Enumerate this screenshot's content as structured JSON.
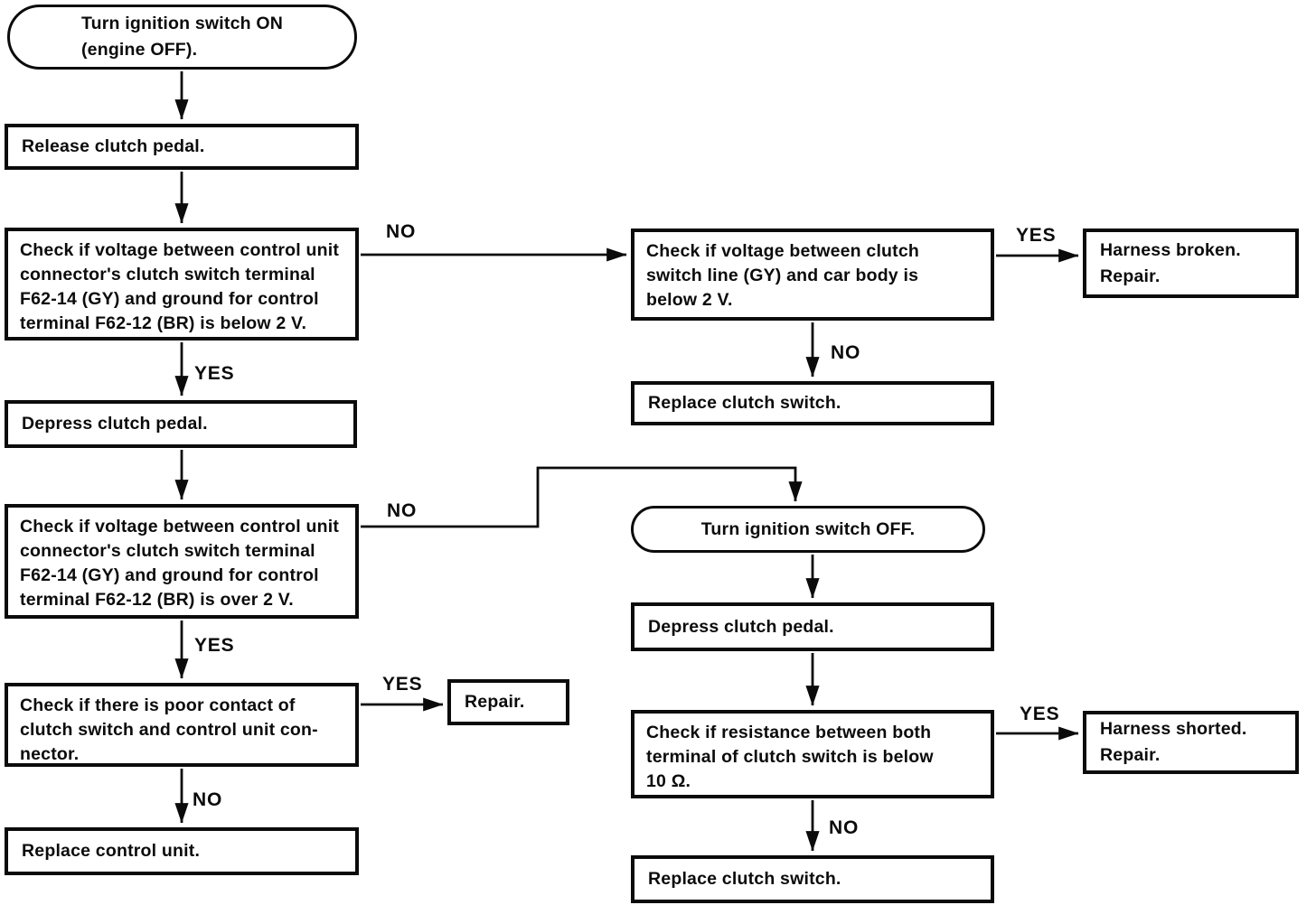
{
  "diagram_type": "troubleshooting-flowchart",
  "labels": {
    "yes": "YES",
    "no": "NO"
  },
  "nodes": {
    "start": {
      "text": "Turn ignition switch ON\n(engine OFF)."
    },
    "release": {
      "text": "Release clutch pedal."
    },
    "check1": {
      "text": "Check if voltage between control unit\nconnector's clutch switch terminal\nF62-14 (GY) and ground for control\nterminal F62-12 (BR) is below 2 V."
    },
    "depress1": {
      "text": "Depress clutch pedal."
    },
    "check2": {
      "text": "Check if voltage between control unit\nconnector's clutch switch terminal\nF62-14 (GY) and ground for control\nterminal F62-12 (BR) is over 2 V."
    },
    "check3": {
      "text": "Check if there is poor contact of\nclutch switch and control unit con-\nnector."
    },
    "replace_control_unit": {
      "text": "Replace control unit."
    },
    "repair": {
      "text": "Repair."
    },
    "rcheck1": {
      "text": "Check if voltage between clutch\nswitch line (GY) and car body is\nbelow 2 V."
    },
    "harness_broken": {
      "text": "Harness broken.\nRepair."
    },
    "replace_clutch_switch_1": {
      "text": "Replace clutch switch."
    },
    "ignition_off": {
      "text": "Turn ignition switch OFF."
    },
    "depress2": {
      "text": "Depress clutch pedal."
    },
    "rcheck2": {
      "text": "Check if resistance between both\nterminal of clutch switch is below\n10 Ω."
    },
    "harness_shorted": {
      "text": "Harness shorted.\nRepair."
    },
    "replace_clutch_switch_2": {
      "text": "Replace clutch switch."
    }
  },
  "edges": [
    {
      "from": "start",
      "to": "release"
    },
    {
      "from": "release",
      "to": "check1"
    },
    {
      "from": "check1",
      "to": "rcheck1",
      "label": "NO"
    },
    {
      "from": "check1",
      "to": "depress1",
      "label": "YES"
    },
    {
      "from": "depress1",
      "to": "check2"
    },
    {
      "from": "check2",
      "to": "ignition_off",
      "label": "NO"
    },
    {
      "from": "check2",
      "to": "check3",
      "label": "YES"
    },
    {
      "from": "check3",
      "to": "repair",
      "label": "YES"
    },
    {
      "from": "check3",
      "to": "replace_control_unit",
      "label": "NO"
    },
    {
      "from": "rcheck1",
      "to": "harness_broken",
      "label": "YES"
    },
    {
      "from": "rcheck1",
      "to": "replace_clutch_switch_1",
      "label": "NO"
    },
    {
      "from": "ignition_off",
      "to": "depress2"
    },
    {
      "from": "depress2",
      "to": "rcheck2"
    },
    {
      "from": "rcheck2",
      "to": "harness_shorted",
      "label": "YES"
    },
    {
      "from": "rcheck2",
      "to": "replace_clutch_switch_2",
      "label": "NO"
    }
  ],
  "colors": {
    "ink": "#0b0b0b",
    "paper": "#ffffff"
  }
}
